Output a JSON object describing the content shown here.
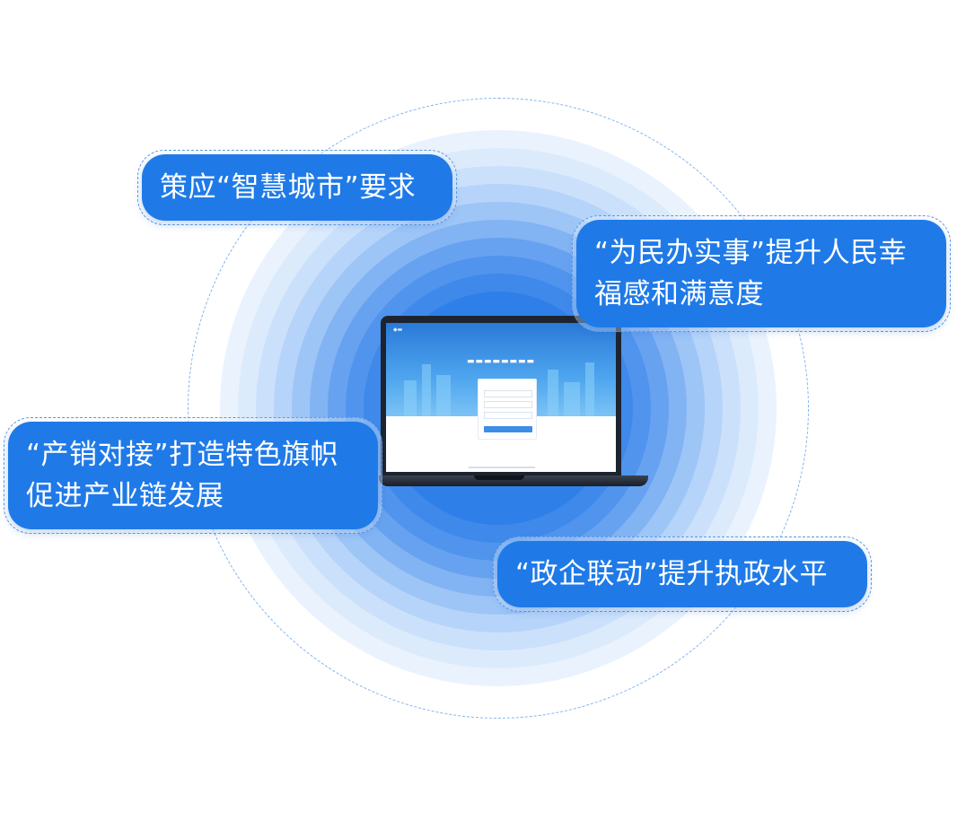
{
  "callouts": {
    "smart_city": [
      "策应“智慧城市”要求"
    ],
    "people": [
      "“为民办实事”提升人民幸",
      "福感和满意度"
    ],
    "industry": [
      "“产销对接”打造特色旗帜",
      "促进产业链发展"
    ],
    "government": [
      "“政企联动”提升执政水平"
    ]
  },
  "colors": {
    "callout_fill": "#1f7ae8",
    "ring_core": "#2f7fe8",
    "dashed_border": "#7fb2ef"
  },
  "icons": {
    "laptop": "laptop-screen-icon"
  }
}
